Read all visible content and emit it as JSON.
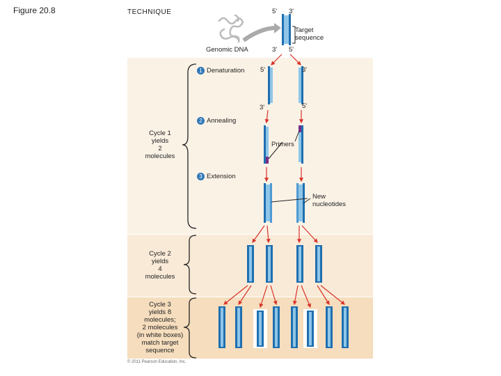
{
  "figure_title": "Figure 20.8",
  "technique_label": "TECHNIQUE",
  "genomic_dna_label": "Genomic DNA",
  "target_sequence_label": [
    "Target",
    "sequence"
  ],
  "strand_end_5": "5'",
  "strand_end_3": "3'",
  "steps": [
    {
      "number": "1",
      "label": "Denaturation"
    },
    {
      "number": "2",
      "label": "Annealing"
    },
    {
      "number": "3",
      "label": "Extension"
    }
  ],
  "primers_label": "Primers",
  "new_nucleotides_label": [
    "New",
    "nucleotides"
  ],
  "cycles": [
    {
      "lines": [
        "Cycle 1",
        "yields",
        "2",
        "molecules"
      ]
    },
    {
      "lines": [
        "Cycle 2",
        "yields",
        "4",
        "molecules"
      ]
    },
    {
      "lines": [
        "Cycle 3",
        "yields 8",
        "molecules;",
        "2 molecules",
        "(in white boxes)",
        "match target",
        "sequence"
      ]
    }
  ],
  "copyright": "© 2011 Pearson Education, Inc.",
  "colors": {
    "panel_cycle1": "#fbf2e6",
    "panel_cycle2": "#f9ead7",
    "panel_cycle3": "#f5ddbd",
    "strand_dark": "#1f6fb0",
    "strand_light": "#8fc6e8",
    "arrow_red": "#d8322a",
    "step_circle": "#2f78b7"
  }
}
